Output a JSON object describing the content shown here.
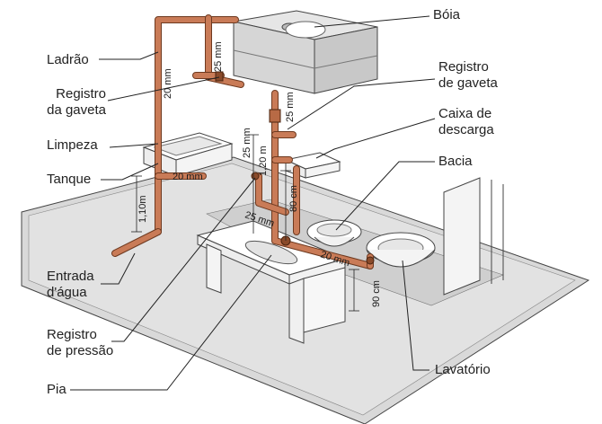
{
  "labels": {
    "boia": "Bóia",
    "ladrao": "Ladrão",
    "registro_gaveta_left": "Registro\nda gaveta",
    "limpeza": "Limpeza",
    "tanque": "Tanque",
    "entrada_agua": "Entrada\nd'água",
    "registro_pressao": "Registro\nde pressão",
    "pia": "Pia",
    "registro_gaveta_right": "Registro\nde gaveta",
    "caixa_descarga": "Caixa de\ndescarga",
    "bacia": "Bacia",
    "lavatorio": "Lavatório"
  },
  "dimensions": {
    "d25_top": "25 mm",
    "d20_vert": "20 mm",
    "d25_right": "25 mm",
    "d25_mid": "25 mm",
    "d120": "1,20 m",
    "d20_tanque": "20 mm",
    "d110": "1,10m",
    "d25_floor": "25 mm",
    "d80": "80 cm",
    "d20_floor": "20 mm",
    "d90": "90 cm"
  },
  "colors": {
    "pipe": "#c97b57",
    "pipe_edge": "#6e3a20",
    "floor": "#d9d9d9",
    "fixture": "#ffffff"
  }
}
